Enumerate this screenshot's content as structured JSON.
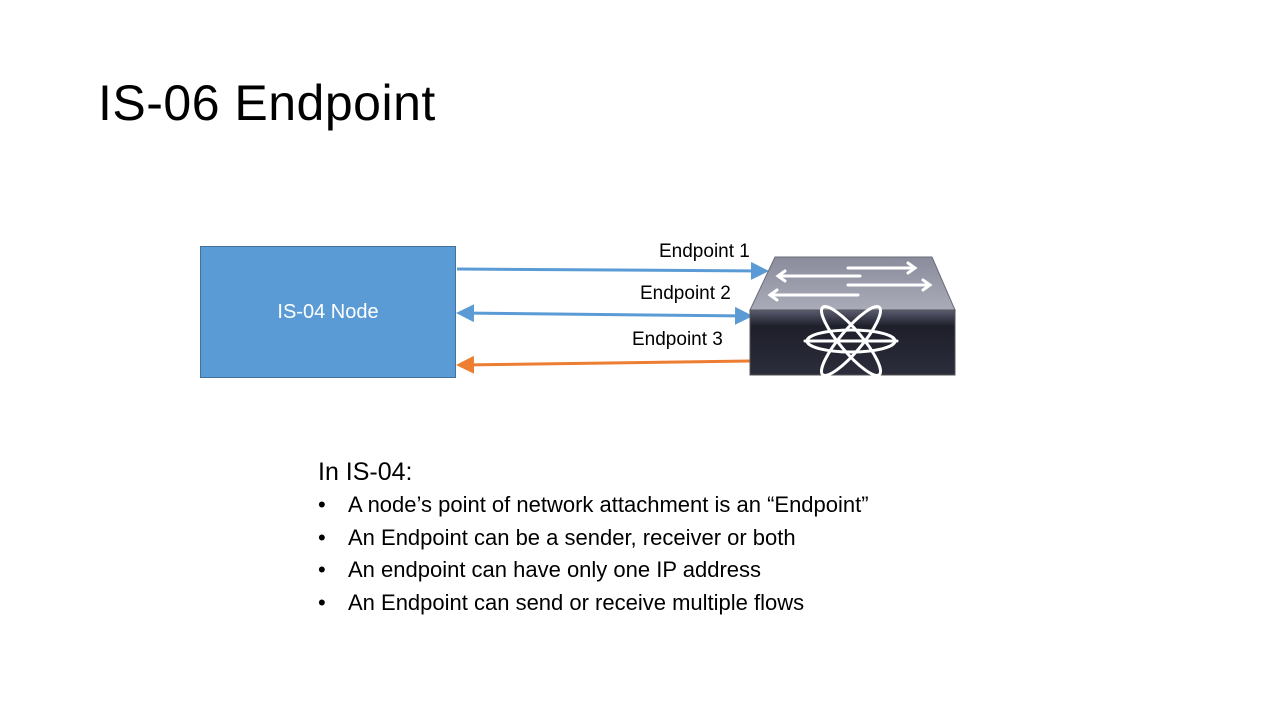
{
  "title": "IS-06 Endpoint",
  "diagram": {
    "node_label": "IS-04 Node",
    "endpoints": [
      "Endpoint 1",
      "Endpoint 2",
      "Endpoint 3"
    ],
    "colors": {
      "node": "#5b9bd5",
      "arrow_blue": "#5b9bd5",
      "arrow_orange": "#ed7d31"
    }
  },
  "notes": {
    "heading": "In IS-04:",
    "bullets": [
      "A node’s point of network attachment is an “Endpoint”",
      "An Endpoint can be a sender, receiver or both",
      "An endpoint can have only one IP address",
      "An Endpoint can send or receive multiple flows"
    ]
  }
}
